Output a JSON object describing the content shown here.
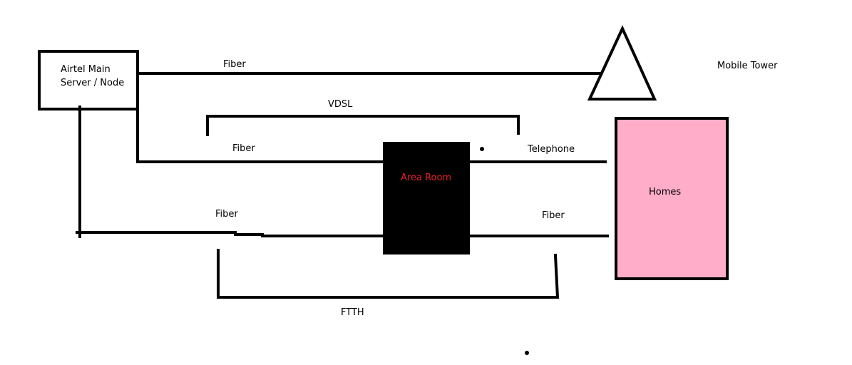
{
  "nodes": {
    "server": {
      "line1": "Airtel Main",
      "line2": "Server / Node"
    },
    "tower": {
      "label": "Mobile Tower"
    },
    "area_room": {
      "label": "Area Room",
      "label_color": "#e8202a",
      "fill": "#000000"
    },
    "homes": {
      "label": "Homes",
      "fill": "#ffadc9"
    }
  },
  "links": {
    "fiber_tower": "Fiber",
    "vdsl": "VDSL",
    "fiber_area_top": "Fiber",
    "telephone": "Telephone",
    "fiber_area_bottom": "Fiber",
    "fiber_homes": "Fiber",
    "ftth": "FTTH"
  }
}
